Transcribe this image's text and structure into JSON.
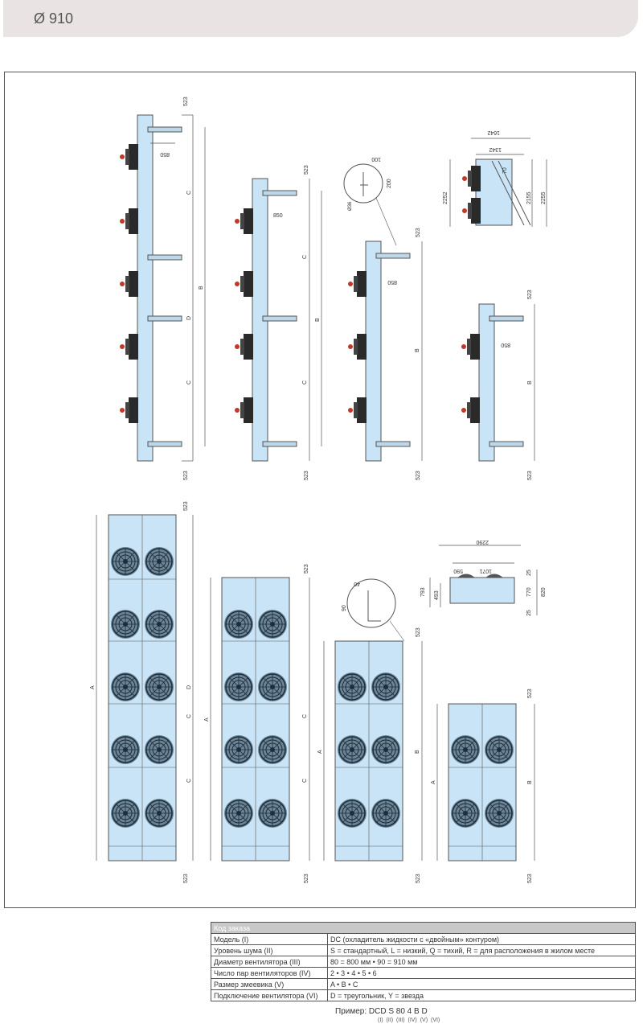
{
  "header": {
    "title": "Ø 910"
  },
  "dims": {
    "d523": "523",
    "d850": "850",
    "C": "C",
    "D": "D",
    "B": "B",
    "A": "A",
    "d100": "100",
    "d200": "200",
    "d36": "Ø36",
    "d1642": "1642",
    "d1342": "1342",
    "d2252": "2252",
    "d2155": "2155",
    "d2255": "2255",
    "d70": "70",
    "d40": "40",
    "d90": "90",
    "d2290": "2290",
    "d590": "590",
    "d1071": "1071",
    "d793": "793",
    "d493": "493",
    "d25": "25",
    "d770": "770",
    "d820": "820"
  },
  "order_table": {
    "caption": "Код заказа",
    "rows": [
      {
        "key": "Модель (I)",
        "value": "DC (охладитель жидкости с «двойным» контуром)"
      },
      {
        "key": "Уровень шума (II)",
        "value": "S = стандартный, L = низкий, Q = тихий, R = для расположения в жилом месте"
      },
      {
        "key": "Диаметр вентилятора (III)",
        "value": "80 = 800 мм  •  90 = 910 мм"
      },
      {
        "key": "Число пар вентиляторов (IV)",
        "value": "2  •  3  •  4  •  5  •  6"
      },
      {
        "key": "Размер змеевика (V)",
        "value": "A  •  B  •  C"
      },
      {
        "key": "Подключение вентилятора (VI)",
        "value": "D = треугольник, Y = звезда"
      }
    ]
  },
  "example": {
    "text": "Пример: DCD S  80  4  B  D",
    "sub": "(I)    (II)  (III)  (IV)  (V)  (VI)"
  }
}
